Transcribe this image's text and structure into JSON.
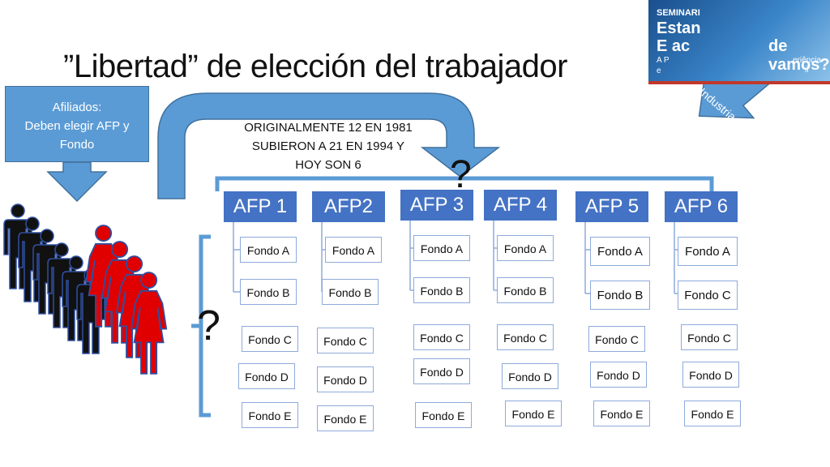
{
  "title": "”Libertad” de elección del trabajador",
  "afiliados_box": {
    "lines": [
      "Afiliados:",
      "Deben elegir AFP y",
      "Fondo"
    ]
  },
  "original_text": {
    "lines": [
      "ORIGINALMENTE 12  EN  1981",
      "SUBIERON A 21 EN 1994 Y",
      "HOY SON 6"
    ]
  },
  "question_marks": [
    "?",
    "?"
  ],
  "afps": [
    {
      "label": "AFP 1",
      "fondos": [
        "Fondo A",
        "Fondo B",
        "Fondo C",
        "Fondo D",
        "Fondo E"
      ]
    },
    {
      "label": "AFP2",
      "fondos": [
        "Fondo A",
        "Fondo B",
        "Fondo C",
        "Fondo D",
        "Fondo E"
      ]
    },
    {
      "label": "AFP 3",
      "fondos": [
        "Fondo A",
        "Fondo B",
        "Fondo C",
        "Fondo D",
        "Fondo E"
      ]
    },
    {
      "label": "AFP 4",
      "fondos": [
        "Fondo A",
        "Fondo B",
        "Fondo C",
        "Fondo D",
        "Fondo E"
      ]
    },
    {
      "label": "AFP 5",
      "fondos": [
        "Fondo A",
        "Fondo B",
        "Fondo C",
        "Fondo D",
        "Fondo E"
      ]
    },
    {
      "label": "AFP 6",
      "fondos": [
        "Fondo A",
        "Fondo C",
        "Fondo C",
        "Fondo D",
        "Fondo E"
      ]
    }
  ],
  "industria_label": "Industria AFp",
  "banner": {
    "line1": "SEMINARI",
    "line2": "Estan",
    "line2b": "",
    "line3": "E ac",
    "line3b": "de vamos?",
    "line4": "A P",
    "line4b": "eriência",
    "line5": "e",
    "line5b": "il"
  },
  "colors": {
    "afp_header": "#4472c4",
    "arrow_blue": "#5b9bd5",
    "arrow_border": "#41719c",
    "fondo_border": "#8eaadb",
    "person_black": "#111111",
    "person_red": "#e00000",
    "person_outline": "#2f4fa0"
  }
}
